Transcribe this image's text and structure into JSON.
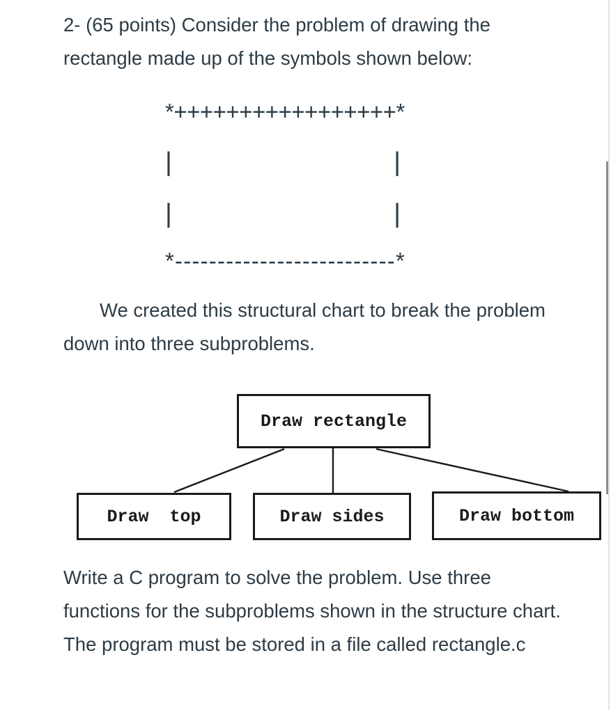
{
  "colors": {
    "text": "#2D3B45",
    "diagram_ink": "#1a1a1a",
    "background": "#ffffff",
    "scroll_track": "#e4e4e4",
    "scroll_thumb": "#8c8c8c"
  },
  "problem": {
    "intro": "2- (65 points) Consider the problem of drawing the rectangle made up of the symbols shown below:",
    "ascii_art": {
      "top": "*+++++++++++++++++*",
      "side_left": "|",
      "side_right": "|",
      "bottom": "*--------------------------*"
    },
    "chart_intro": "We created this structural chart to break the problem down into three subproblems.",
    "instructions": "Write a C program to solve the problem. Use three functions for the subproblems shown in the structure chart. The program must be stored in a file called rectangle.c"
  },
  "diagram": {
    "root": {
      "label": "Draw rectangle"
    },
    "children": [
      {
        "label": "Draw  top"
      },
      {
        "label": "Draw sides"
      },
      {
        "label": "Draw bottom"
      }
    ]
  }
}
